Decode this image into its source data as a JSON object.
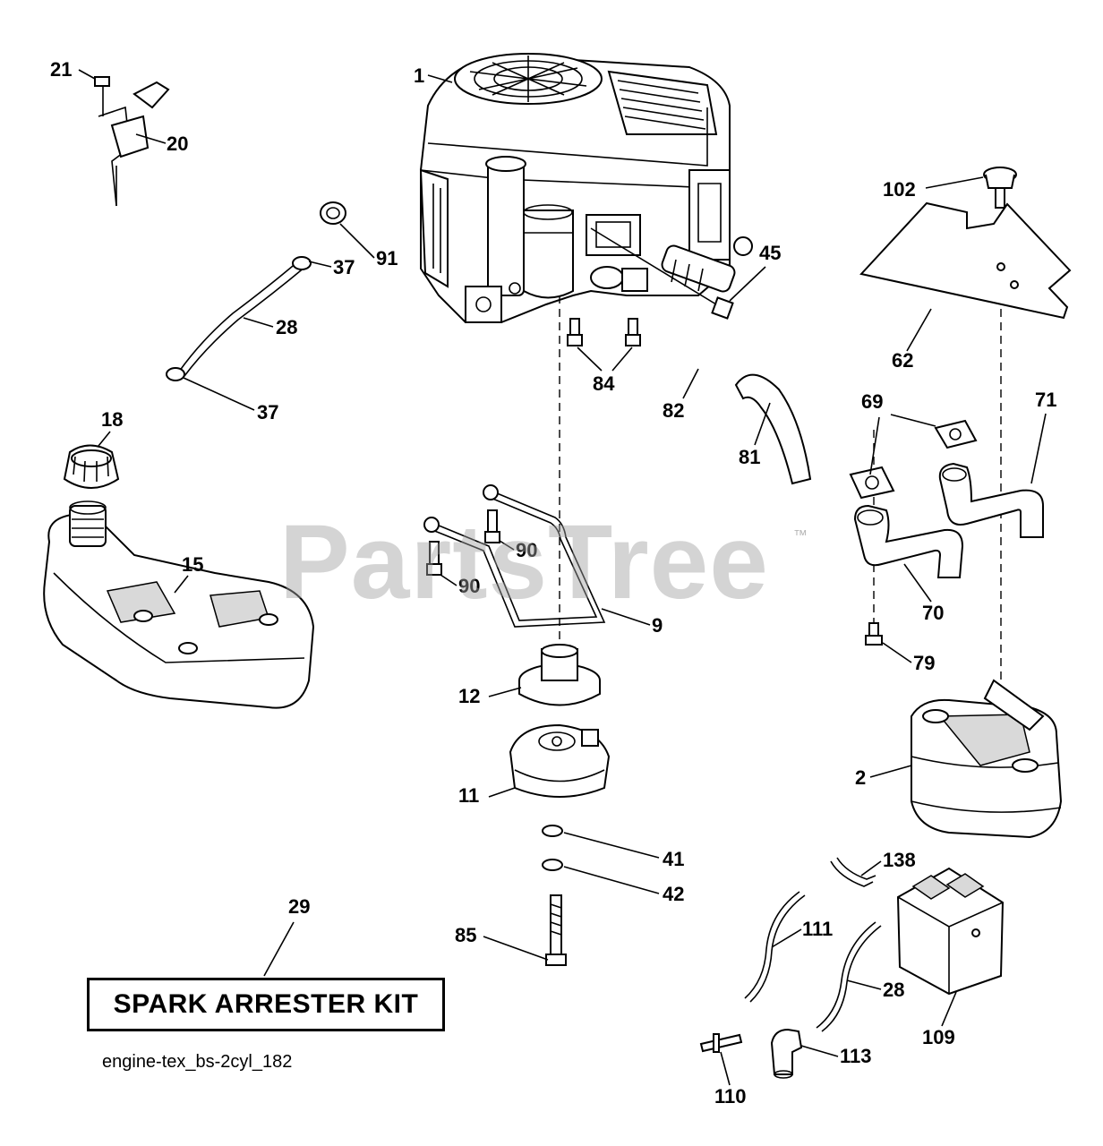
{
  "watermark": {
    "text": "PartsTree",
    "tm": "™"
  },
  "kit_label": "SPARK ARRESTER KIT",
  "diagram_code": "engine-tex_bs-2cyl_182",
  "callouts": {
    "c1": "1",
    "c2": "2",
    "c9": "9",
    "c11": "11",
    "c12": "12",
    "c15": "15",
    "c18": "18",
    "c20": "20",
    "c21": "21",
    "c28a": "28",
    "c28b": "28",
    "c29": "29",
    "c37a": "37",
    "c37b": "37",
    "c41": "41",
    "c42": "42",
    "c45": "45",
    "c62": "62",
    "c69": "69",
    "c70": "70",
    "c71": "71",
    "c79": "79",
    "c81": "81",
    "c82": "82",
    "c84": "84",
    "c85": "85",
    "c90a": "90",
    "c90b": "90",
    "c91": "91",
    "c102": "102",
    "c109": "109",
    "c110": "110",
    "c111": "111",
    "c113": "113",
    "c138": "138"
  },
  "colors": {
    "line": "#000000",
    "background": "#ffffff",
    "watermark": "#a0a0a0"
  }
}
